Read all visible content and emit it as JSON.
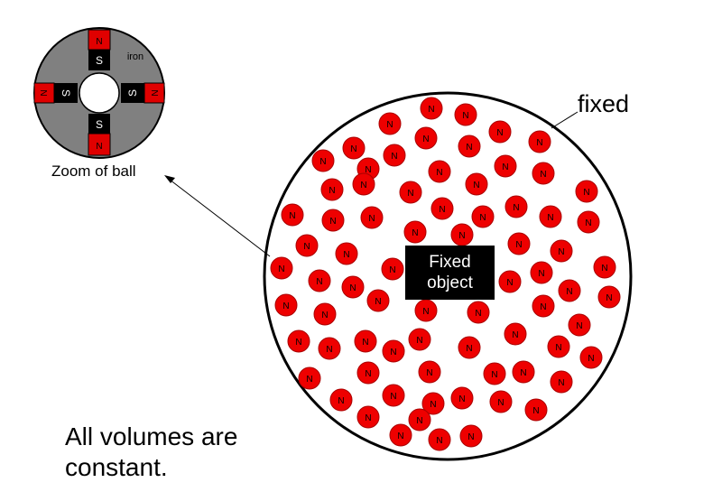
{
  "zoom": {
    "caption": "Zoom of ball",
    "material_label": "iron",
    "pole_north": "N",
    "pole_south": "S",
    "colors": {
      "iron": "#808080",
      "north": "#e00000",
      "south": "#000000",
      "outline": "#000000"
    }
  },
  "container": {
    "label": "fixed",
    "fixed_object": {
      "line1": "Fixed",
      "line2": "object"
    }
  },
  "ball": {
    "label": "N",
    "fill": "#ee0000",
    "edge": "#aa0000",
    "text_color": "#000000"
  },
  "note": {
    "line1": "All volumes are",
    "line2": "constant."
  }
}
